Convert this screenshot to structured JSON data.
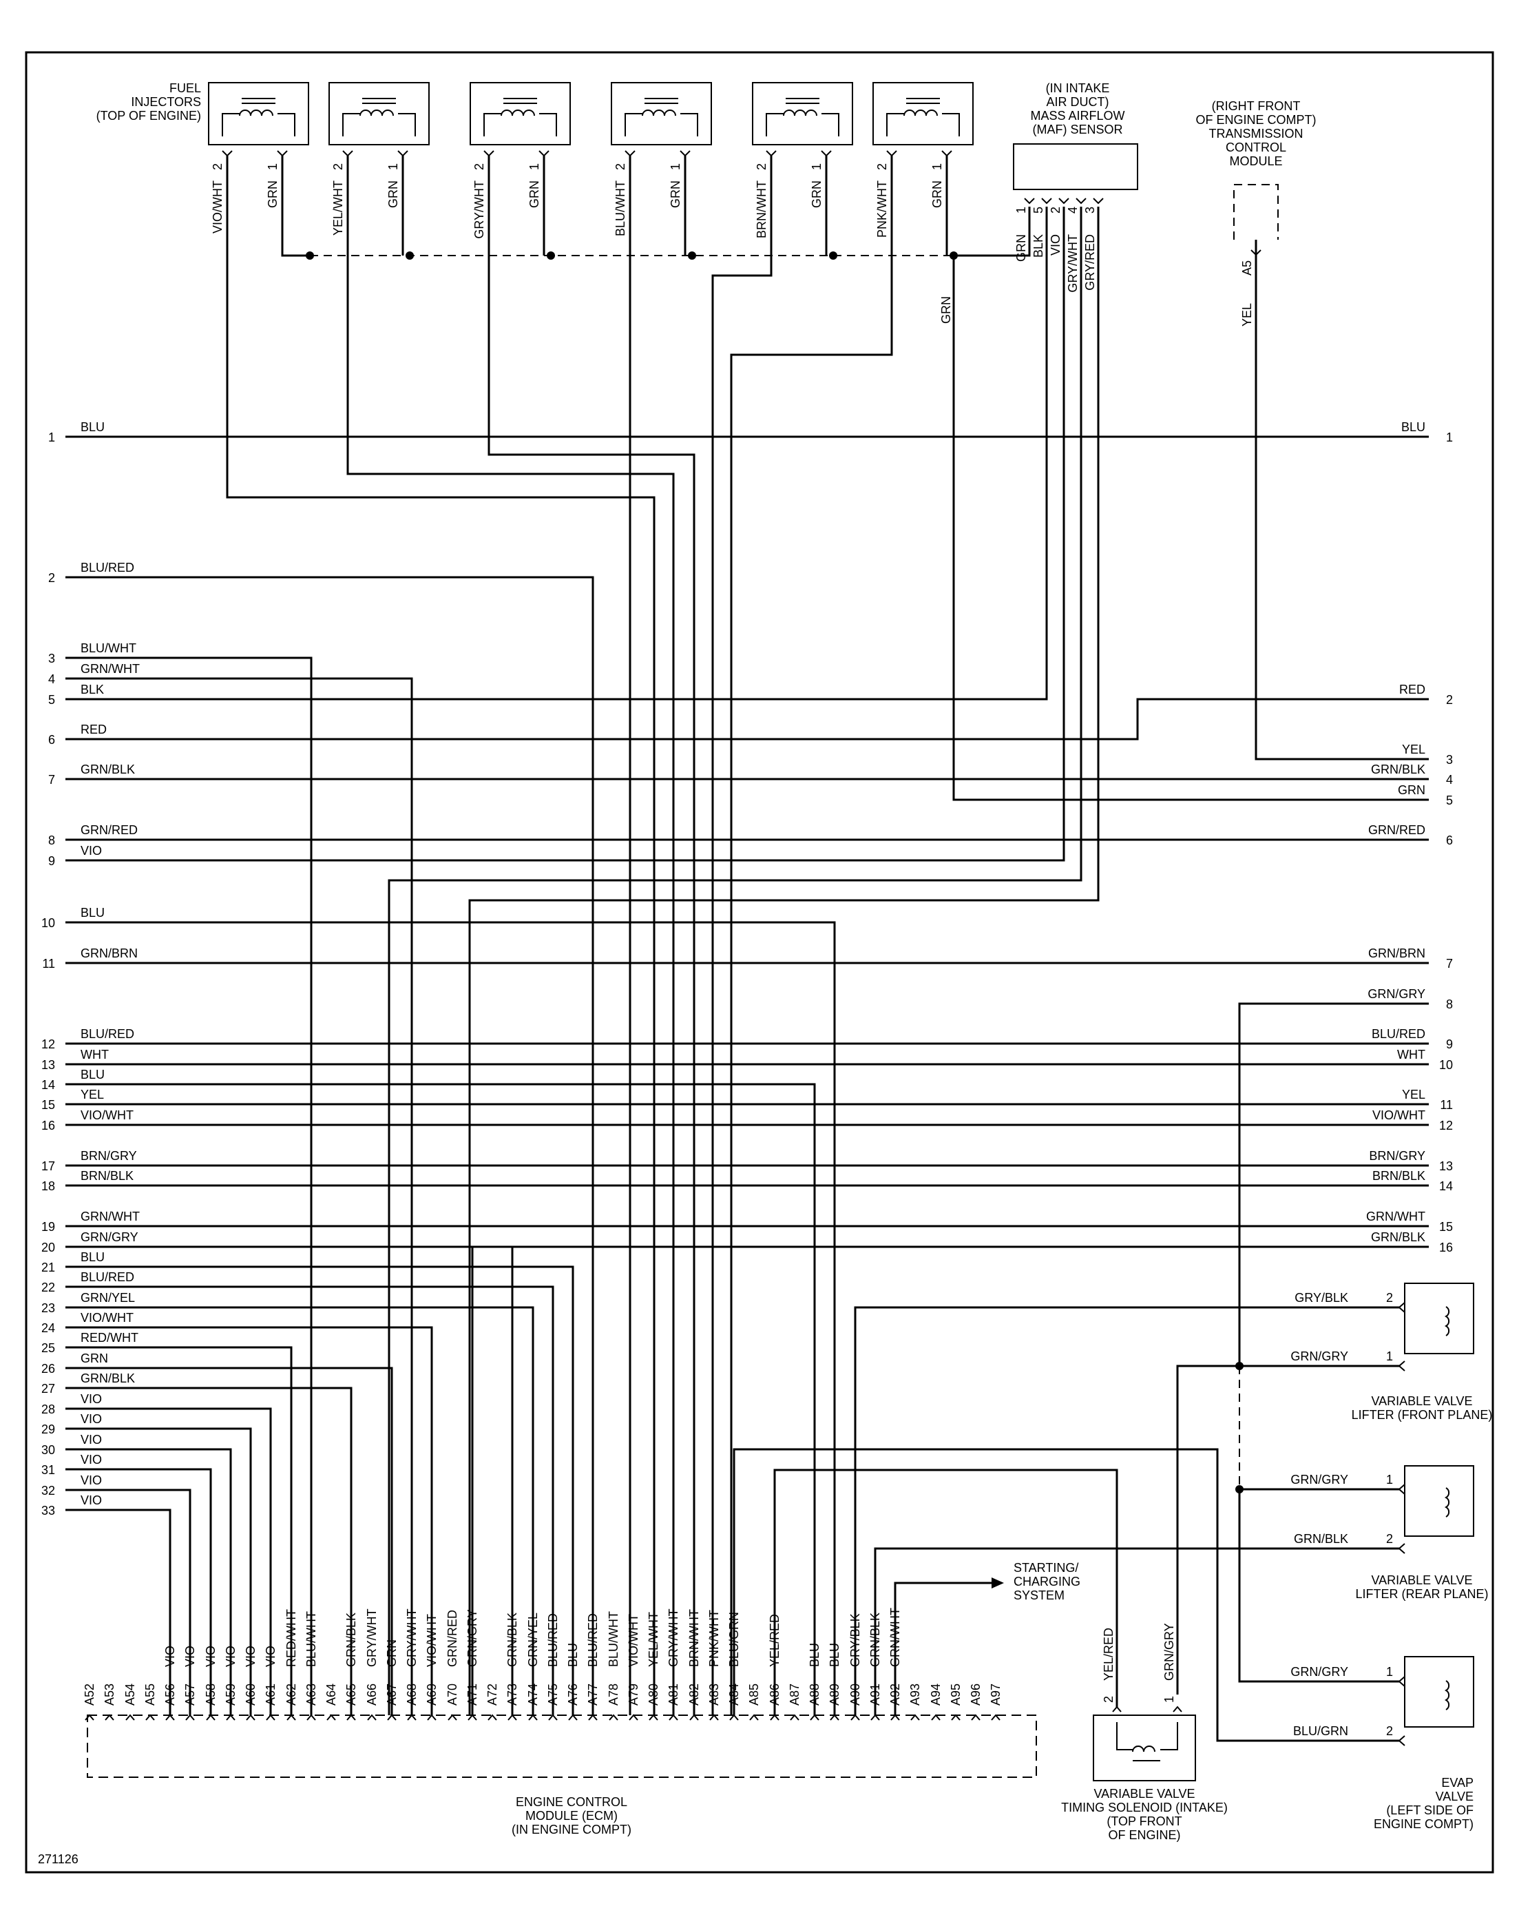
{
  "diagram_id": "271126",
  "components": {
    "fuel_injectors": [
      "FUEL",
      "INJECTORS",
      "(TOP OF ENGINE)"
    ],
    "maf_sensor": [
      "(IN INTAKE",
      "AIR DUCT)",
      "MASS AIRFLOW",
      "(MAF) SENSOR"
    ],
    "tcm": [
      "(RIGHT FRONT",
      "OF ENGINE COMPT)",
      "TRANSMISSION",
      "CONTROL",
      "MODULE"
    ],
    "vvl_front": [
      "VARIABLE VALVE",
      "LIFTER (FRONT PLANE)"
    ],
    "vvl_rear": [
      "VARIABLE VALVE",
      "LIFTER (REAR PLANE)"
    ],
    "evap": [
      "EVAP",
      "VALVE",
      "(LEFT SIDE OF",
      "ENGINE COMPT)"
    ],
    "vvt": [
      "VARIABLE VALVE",
      "TIMING SOLENOID (INTAKE)",
      "(TOP FRONT",
      "OF ENGINE)"
    ],
    "ecm": [
      "ENGINE CONTROL",
      "MODULE (ECM)",
      "(IN ENGINE COMPT)"
    ],
    "starting": [
      "STARTING/",
      "CHARGING",
      "SYSTEM"
    ]
  },
  "injectors": [
    {
      "pin2": "2",
      "pin1": "1",
      "wire2": "VIO/WHT",
      "wire1": "GRN"
    },
    {
      "pin2": "2",
      "pin1": "1",
      "wire2": "YEL/WHT",
      "wire1": "GRN"
    },
    {
      "pin2": "2",
      "pin1": "1",
      "wire2": "GRY/WHT",
      "wire1": "GRN"
    },
    {
      "pin2": "2",
      "pin1": "1",
      "wire2": "BLU/WHT",
      "wire1": "GRN"
    },
    {
      "pin2": "2",
      "pin1": "1",
      "wire2": "BRN/WHT",
      "wire1": "GRN"
    },
    {
      "pin2": "2",
      "pin1": "1",
      "wire2": "PNK/WHT",
      "wire1": "GRN"
    }
  ],
  "maf_pins": [
    {
      "pin": "1",
      "wire": "GRN"
    },
    {
      "pin": "5",
      "wire": "BLK"
    },
    {
      "pin": "2",
      "wire": "VIO"
    },
    {
      "pin": "4",
      "wire": "GRY/WHT"
    },
    {
      "pin": "3",
      "wire": "GRY/RED"
    }
  ],
  "tcm_pin": {
    "pin": "A5",
    "wire": "YEL"
  },
  "grn_drop_label": "GRN",
  "left_rows": [
    {
      "num": "1",
      "label": "BLU"
    },
    {
      "num": "2",
      "label": "BLU/RED"
    },
    {
      "num": "3",
      "label": "BLU/WHT"
    },
    {
      "num": "4",
      "label": "GRN/WHT"
    },
    {
      "num": "5",
      "label": "BLK"
    },
    {
      "num": "6",
      "label": "RED"
    },
    {
      "num": "7",
      "label": "GRN/BLK"
    },
    {
      "num": "8",
      "label": "GRN/RED"
    },
    {
      "num": "9",
      "label": "VIO"
    },
    {
      "num": "10",
      "label": "BLU"
    },
    {
      "num": "11",
      "label": "GRN/BRN"
    },
    {
      "num": "12",
      "label": "BLU/RED"
    },
    {
      "num": "13",
      "label": "WHT"
    },
    {
      "num": "14",
      "label": "BLU"
    },
    {
      "num": "15",
      "label": "YEL"
    },
    {
      "num": "16",
      "label": "VIO/WHT"
    },
    {
      "num": "17",
      "label": "BRN/GRY"
    },
    {
      "num": "18",
      "label": "BRN/BLK"
    },
    {
      "num": "19",
      "label": "GRN/WHT"
    },
    {
      "num": "20",
      "label": "GRN/GRY"
    },
    {
      "num": "21",
      "label": "BLU"
    },
    {
      "num": "22",
      "label": "BLU/RED"
    },
    {
      "num": "23",
      "label": "GRN/YEL"
    },
    {
      "num": "24",
      "label": "VIO/WHT"
    },
    {
      "num": "25",
      "label": "RED/WHT"
    },
    {
      "num": "26",
      "label": "GRN"
    },
    {
      "num": "27",
      "label": "GRN/BLK"
    },
    {
      "num": "28",
      "label": "VIO"
    },
    {
      "num": "29",
      "label": "VIO"
    },
    {
      "num": "30",
      "label": "VIO"
    },
    {
      "num": "31",
      "label": "VIO"
    },
    {
      "num": "32",
      "label": "VIO"
    },
    {
      "num": "33",
      "label": "VIO"
    }
  ],
  "right_rows": [
    {
      "num": "1",
      "label": "BLU"
    },
    {
      "num": "2",
      "label": "RED"
    },
    {
      "num": "3",
      "label": "YEL"
    },
    {
      "num": "4",
      "label": "GRN/BLK"
    },
    {
      "num": "5",
      "label": "GRN"
    },
    {
      "num": "6",
      "label": "GRN/RED"
    },
    {
      "num": "7",
      "label": "GRN/BRN"
    },
    {
      "num": "8",
      "label": "GRN/GRY"
    },
    {
      "num": "9",
      "label": "BLU/RED"
    },
    {
      "num": "10",
      "label": "WHT"
    },
    {
      "num": "11",
      "label": "YEL"
    },
    {
      "num": "12",
      "label": "VIO/WHT"
    },
    {
      "num": "13",
      "label": "BRN/GRY"
    },
    {
      "num": "14",
      "label": "BRN/BLK"
    },
    {
      "num": "15",
      "label": "GRN/WHT"
    },
    {
      "num": "16",
      "label": "GRN/BLK"
    }
  ],
  "ecm_pins": [
    "A52",
    "A53",
    "A54",
    "A55",
    "A56",
    "A57",
    "A58",
    "A59",
    "A60",
    "A61",
    "A62",
    "A63",
    "A64",
    "A65",
    "A66",
    "A67",
    "A68",
    "A69",
    "A70",
    "A71",
    "A72",
    "A73",
    "A74",
    "A75",
    "A76",
    "A77",
    "A78",
    "A79",
    "A80",
    "A81",
    "A82",
    "A83",
    "A84",
    "A85",
    "A86",
    "A87",
    "A88",
    "A89",
    "A90",
    "A91",
    "A92",
    "A93",
    "A94",
    "A95",
    "A96",
    "A97"
  ],
  "ecm_wires": {
    "A56": "VIO",
    "A57": "VIO",
    "A58": "VIO",
    "A59": "VIO",
    "A60": "VIO",
    "A61": "VIO",
    "A62": "RED/WHT",
    "A63": "BLU/WHT",
    "A65": "GRN/BLK",
    "A66": "GRY/WHT",
    "A67": "GRN",
    "A68": "GRY/WHT",
    "A69": "VIO/WHT",
    "A70": "GRN/RED",
    "A71": "GRN/GRY",
    "A73": "GRN/BLK",
    "A74": "GRN/YEL",
    "A75": "BLU/RED",
    "A76": "BLU",
    "A77": "BLU/RED",
    "A78": "BLU/WHT",
    "A79": "VIO/WHT",
    "A80": "YEL/WHT",
    "A81": "GRY/WHT",
    "A82": "BRN/WHT",
    "A83": "PNK/WHT",
    "A84": "BLU/GRN",
    "A86": "YEL/RED",
    "A88": "BLU",
    "A89": "BLU",
    "A90": "GRY/BLK",
    "A91": "GRN/BLK",
    "A92": "GRN/WHT"
  },
  "vvl_front_pins": [
    {
      "pin": "2",
      "wire": "GRY/BLK"
    },
    {
      "pin": "1",
      "wire": "GRN/GRY"
    }
  ],
  "vvl_rear_pins": [
    {
      "pin": "1",
      "wire": "GRN/GRY"
    },
    {
      "pin": "2",
      "wire": "GRN/BLK"
    }
  ],
  "evap_pins": [
    {
      "pin": "1",
      "wire": "GRN/GRY"
    },
    {
      "pin": "2",
      "wire": "BLU/GRN"
    }
  ],
  "vvt_pins": [
    {
      "pin": "2",
      "wire": "YEL/RED"
    },
    {
      "pin": "1",
      "wire": "GRN/GRY"
    }
  ]
}
